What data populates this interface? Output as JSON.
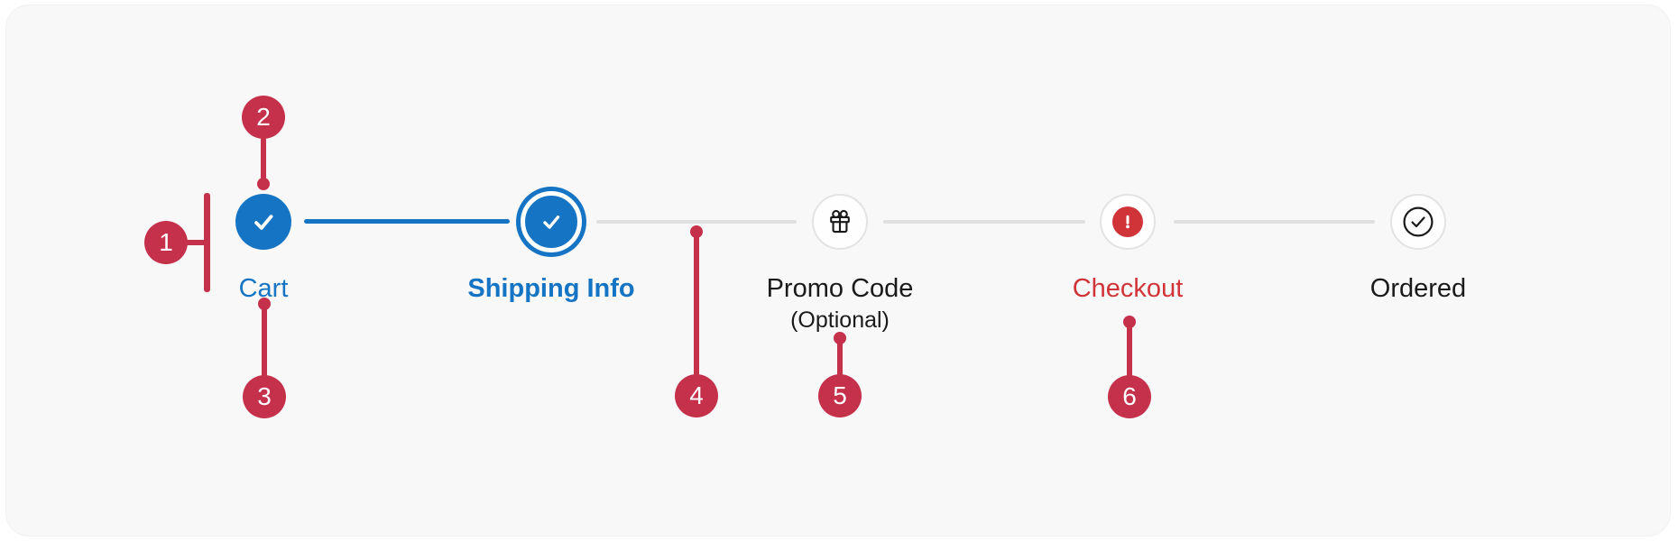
{
  "page": {
    "background": "#ffffff",
    "card_background": "#f8f8f8"
  },
  "stepper": {
    "steps": [
      {
        "label": "Cart",
        "state": "completed",
        "icon": "check"
      },
      {
        "label": "Shipping Info",
        "state": "active",
        "icon": "check"
      },
      {
        "label": "Promo Code",
        "optional_label": "(Optional)",
        "state": "not-started",
        "icon": "gift"
      },
      {
        "label": "Checkout",
        "state": "error",
        "icon": "exclamation"
      },
      {
        "label": "Ordered",
        "state": "not-started",
        "icon": "check-circle"
      }
    ],
    "colors": {
      "progress_blue": "#1574c4",
      "error_red": "#d13438",
      "connector_gray": "#e0e0e0",
      "upcoming_border": "#e3e3e3",
      "dark_text": "#1a1a1a"
    }
  },
  "annotations": {
    "color": "#c5304b",
    "badges": [
      {
        "number": "1"
      },
      {
        "number": "2"
      },
      {
        "number": "3"
      },
      {
        "number": "4"
      },
      {
        "number": "5"
      },
      {
        "number": "6"
      }
    ]
  }
}
